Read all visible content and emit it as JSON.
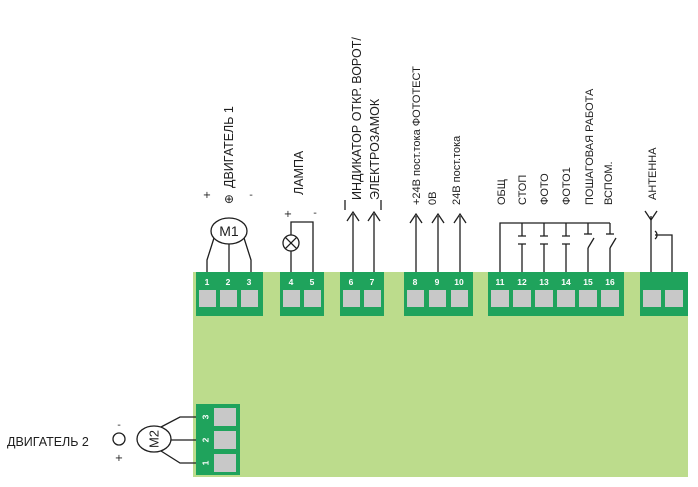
{
  "board": {
    "color": "#bcdc8c",
    "terminal_color": "#1fa35c",
    "slot_color": "#c8c8c8"
  },
  "labels": {
    "motor1": "ДВИГАТЕЛЬ 1",
    "lamp": "ЛАМПА",
    "indicator": "ИНДИКАТОР ОТКР. ВОРОТ/",
    "lock": "ЭЛЕКТРОЗАМОК",
    "plus24_phototest": "+24В пост.тока ФОТОТЕСТ",
    "zero_v": "0В",
    "dc24": "24В пост.тока",
    "common": "ОБЩ",
    "stop": "СТОП",
    "photo": "ФОТО",
    "photo1": "ФОТО1",
    "step": "ПОШАГОВАЯ РАБОТА",
    "aux": "ВСПОМ.",
    "antenna": "АНТЕННА",
    "motor2": "ДВИГАТЕЛЬ 2"
  },
  "motor1": {
    "name": "M1",
    "plus": "+",
    "minus": "-",
    "ground": "⊕"
  },
  "motor2": {
    "name": "M2",
    "plus": "+",
    "minus": "-"
  },
  "lamp": {
    "plus": "+",
    "minus": "-"
  },
  "terminals_top": [
    "1",
    "2",
    "3",
    "4",
    "5",
    "6",
    "7",
    "8",
    "9",
    "10",
    "11",
    "12",
    "13",
    "14",
    "15",
    "16",
    "",
    ""
  ],
  "terminals_left": [
    "3",
    "2",
    "1"
  ]
}
